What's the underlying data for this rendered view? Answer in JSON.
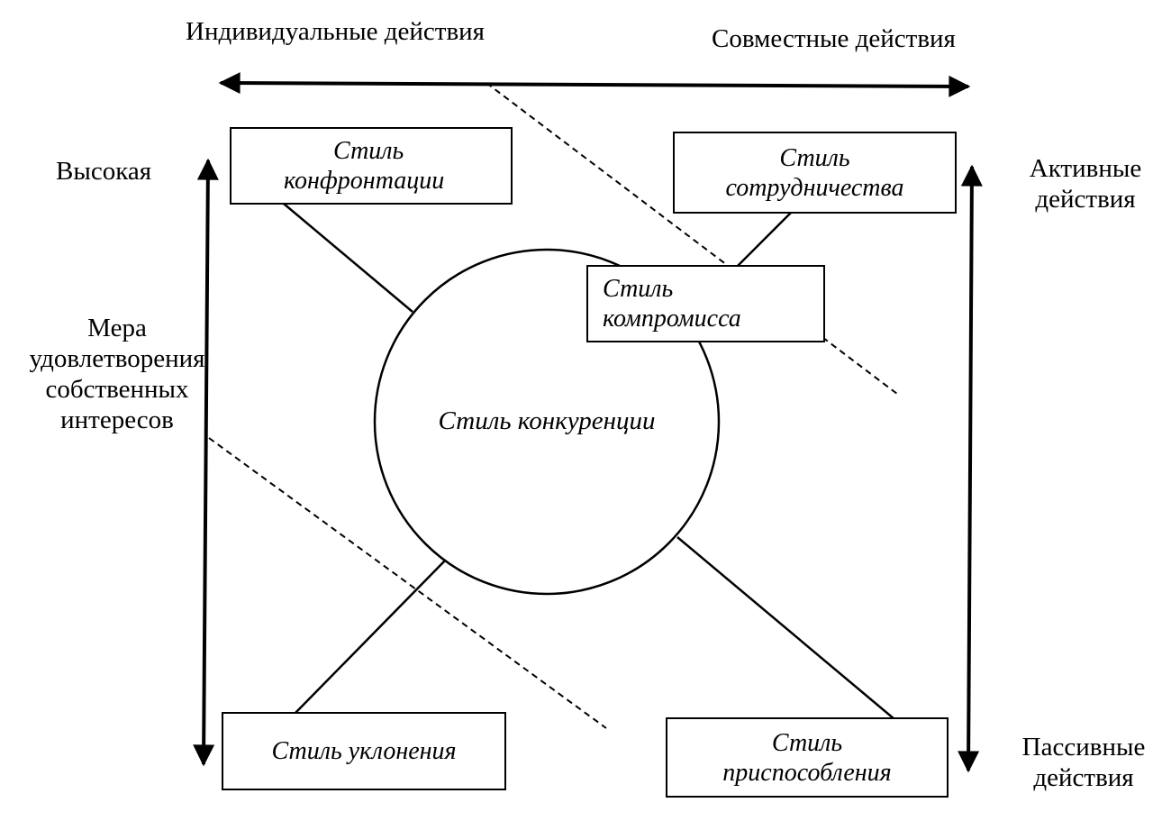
{
  "axis": {
    "horizontal_left": "Индивидуальные действия",
    "horizontal_right": "Совместные действия",
    "vertical_top": "Высокая",
    "vertical_middle": [
      "Мера",
      "удовлетворения",
      "собственных",
      "интересов"
    ],
    "right_top": [
      "Активные",
      "действия"
    ],
    "right_bottom": [
      "Пассивные",
      "действия"
    ]
  },
  "center": {
    "label": "Стиль конкуренции"
  },
  "styles": {
    "confrontation": [
      "Стиль",
      "конфронтации"
    ],
    "cooperation": [
      "Стиль",
      "сотрудничества"
    ],
    "compromise": [
      "Стиль",
      "компромисса"
    ],
    "avoidance": "Стиль уклонения",
    "accommodation": [
      "Стиль",
      "приспособления"
    ]
  }
}
